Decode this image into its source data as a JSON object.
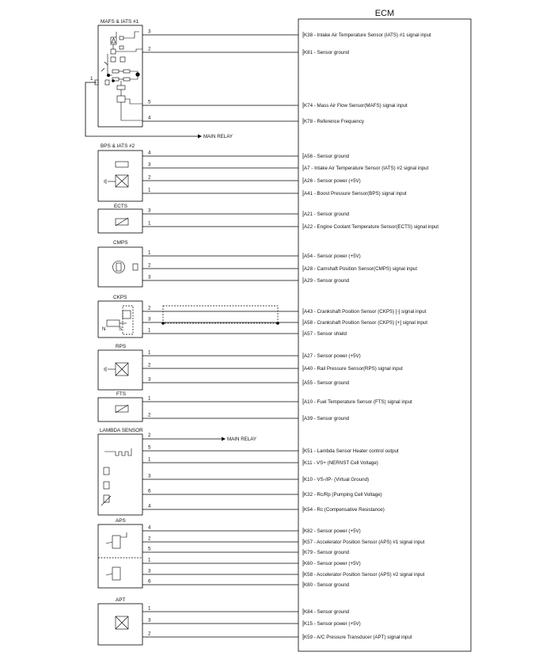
{
  "ecm": {
    "title": "ECM"
  },
  "relay_label": "MAIN RELAY",
  "components": {
    "mafs": "MAFS & IATS #1",
    "bps": "BPS & IATS #2",
    "ects": "ECTS",
    "cmps": "CMPS",
    "ckps": "CKPS",
    "rps": "RPS",
    "fts": "FTS",
    "lambda": "LAMBDA SENSOR",
    "aps": "APS",
    "apt": "APT"
  },
  "ckps_marks": {
    "n": "N",
    "s": "S"
  },
  "mafs_pin1": "1",
  "wires": [
    {
      "pin": "3",
      "id": "K38",
      "label": "Intake Air Temperature Sensor (IATS) #1 signal input"
    },
    {
      "pin": "2",
      "id": "K81",
      "label": "Sensor ground"
    },
    {
      "pin": "5",
      "id": "K74",
      "label": "Mass Air Flow Sensor(MAFS) signal input"
    },
    {
      "pin": "4",
      "id": "K78",
      "label": "Reference Frequency"
    },
    {
      "pin": "4",
      "id": "A56",
      "label": "Sensor ground"
    },
    {
      "pin": "3",
      "id": "A7",
      "label": "Intake Air Temperature Sensor (IATS) #2 signal input"
    },
    {
      "pin": "2",
      "id": "A26",
      "label": "Sensor power (+5V)"
    },
    {
      "pin": "1",
      "id": "A41",
      "label": "Boost Pressure Sensor(BPS) signal input"
    },
    {
      "pin": "3",
      "id": "A21",
      "label": "Sensor ground"
    },
    {
      "pin": "1",
      "id": "A22",
      "label": "Engine Coolant Temperature Sensor(ECTS) signal input"
    },
    {
      "pin": "1",
      "id": "A54",
      "label": "Sensor power (+5V)"
    },
    {
      "pin": "2",
      "id": "A28",
      "label": "Camshaft Position Sensor(CMPS) signal input"
    },
    {
      "pin": "3",
      "id": "A29",
      "label": "Sensor ground"
    },
    {
      "pin": "2",
      "id": "A43",
      "label": "Crankshaft Position Sensor (CKPS) [-] signal input"
    },
    {
      "pin": "3",
      "id": "A58",
      "label": "Crankshaft Position Sensor (CKPS) [+] signal input"
    },
    {
      "pin": "1",
      "id": "A57",
      "label": "Sensor shield"
    },
    {
      "pin": "1",
      "id": "A27",
      "label": "Sensor power (+5V)"
    },
    {
      "pin": "2",
      "id": "A40",
      "label": "Rail Pressure Sensor(RPS) signal input"
    },
    {
      "pin": "3",
      "id": "A55",
      "label": "Sensor ground"
    },
    {
      "pin": "1",
      "id": "A10",
      "label": "Fuel Temperature Sensor (FTS) signal input"
    },
    {
      "pin": "2",
      "id": "A39",
      "label": "Sensor ground"
    },
    {
      "pin": "5",
      "id": "K51",
      "label": "Lambda Sensor Heater control output"
    },
    {
      "pin": "1",
      "id": "K11",
      "label": "VS+ (NERNST Cell Voltage)"
    },
    {
      "pin": "3",
      "id": "K10",
      "label": "VS-/IP- (Virtual Ground)"
    },
    {
      "pin": "6",
      "id": "K32",
      "label": "Rc/Rp (Pumping Cell Voltage)"
    },
    {
      "pin": "4",
      "id": "K54",
      "label": "Rc (Compensative Resistance)"
    },
    {
      "pin": "4",
      "id": "K82",
      "label": "Sensor power (+5V)"
    },
    {
      "pin": "2",
      "id": "K57",
      "label": "Accelerator Position Sensor (APS) #1 signal input"
    },
    {
      "pin": "5",
      "id": "K79",
      "label": "Sensor ground"
    },
    {
      "pin": "1",
      "id": "K60",
      "label": "Sensor power (+5V)"
    },
    {
      "pin": "3",
      "id": "K58",
      "label": "Accelerator Position Sensor (APS) #2 signal input"
    },
    {
      "pin": "6",
      "id": "K80",
      "label": "Sensor ground"
    },
    {
      "pin": "1",
      "id": "K84",
      "label": "Sensor ground"
    },
    {
      "pin": "3",
      "id": "K15",
      "label": "Sensor power (+5V)"
    },
    {
      "pin": "2",
      "id": "K59",
      "label": "A/C Pressure Transducer (APT) signal input"
    }
  ],
  "relay_wires": [
    {
      "pin": ""
    },
    {
      "pin": "2"
    }
  ]
}
